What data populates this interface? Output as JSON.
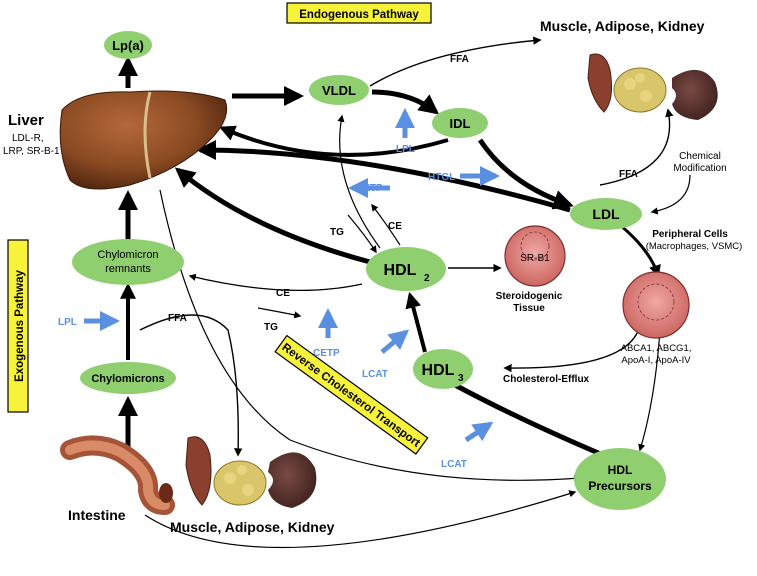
{
  "banners": {
    "endogenous": "Endogenous Pathway",
    "exogenous": "Exogenous Pathway",
    "reverse": "Reverse Cholesterol Transport"
  },
  "organs": {
    "liver": "Liver",
    "liver_receptors_1": "LDL-R,",
    "liver_receptors_2": "LRP, SR-B-1",
    "intestine": "Intestine",
    "muscle_top": "Muscle, Adipose, Kidney",
    "muscle_bottom": "Muscle, Adipose, Kidney",
    "sr_b1": "SR-B1",
    "steroidogenic_1": "Steroidogenic",
    "steroidogenic_2": "Tissue",
    "peripheral_title": "Peripheral Cells",
    "peripheral_sub": "(Macrophages, VSMC)",
    "abc_1": "ABCA1, ABCG1,",
    "abc_2": "ApoA-I, ApoA-IV",
    "chem_1": "Chemical",
    "chem_2": "Modification"
  },
  "nodes": {
    "lpa": "Lp(a)",
    "vldl": "VLDL",
    "idl": "IDL",
    "ldl": "LDL",
    "hdl2": "HDL",
    "hdl2_sub": "2",
    "hdl3": "HDL",
    "hdl3_sub": "3",
    "chylo_remnants_1": "Chylomicron",
    "chylo_remnants_2": "remnants",
    "chylomicrons": "Chylomicrons",
    "hdl_precursors_1": "HDL",
    "hdl_precursors_2": "Precursors"
  },
  "labels": {
    "ffa_top": "FFA",
    "ffa_right": "FFA",
    "ffa_left": "FFA",
    "lpl_top": "LPL",
    "lpl_left": "LPL",
    "htgl": "HTGL",
    "cetp_top": "CETP",
    "cetp_bottom": "CETP",
    "tg_top": "TG",
    "tg_bottom": "TG",
    "ce_top": "CE",
    "ce_bottom": "CE",
    "lcat_1": "LCAT",
    "lcat_2": "LCAT",
    "efflux": "Cholesterol-Efflux"
  },
  "colors": {
    "node_fill": "#8fcf6f",
    "banner_fill": "#f7f23a",
    "enzyme_blue": "#5b8fe0",
    "liver_brown": "#8a4a22",
    "cell_pink": "#d97a78"
  }
}
